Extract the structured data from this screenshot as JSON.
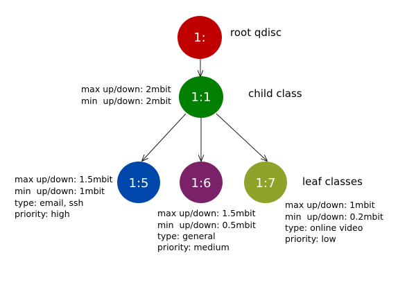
{
  "colors": {
    "root": "#c00000",
    "child": "#007f00",
    "leaf_1_5": "#0047ab",
    "leaf_1_6": "#7b2167",
    "leaf_1_7": "#8fa22a"
  },
  "nodes": {
    "root": {
      "id": "1:",
      "label": "root qdisc"
    },
    "child": {
      "id": "1:1",
      "label": "child class",
      "info": [
        "max up/down: 2mbit",
        "min  up/down: 2mbit"
      ]
    },
    "leaf_1_5": {
      "id": "1:5",
      "info": [
        "max up/down: 1.5mbit",
        "min  up/down: 1mbit",
        "type: email, ssh",
        "priority: high"
      ]
    },
    "leaf_1_6": {
      "id": "1:6",
      "info": [
        "max up/down: 1.5mbit",
        "min  up/down: 0.5mbit",
        "type: general",
        "priority: medium"
      ]
    },
    "leaf_1_7": {
      "id": "1:7",
      "info": [
        "max up/down: 1mbit",
        "min  up/down: 0.2mbit",
        "type: online video",
        "priority: low"
      ]
    }
  },
  "leaf_label": "leaf classes"
}
